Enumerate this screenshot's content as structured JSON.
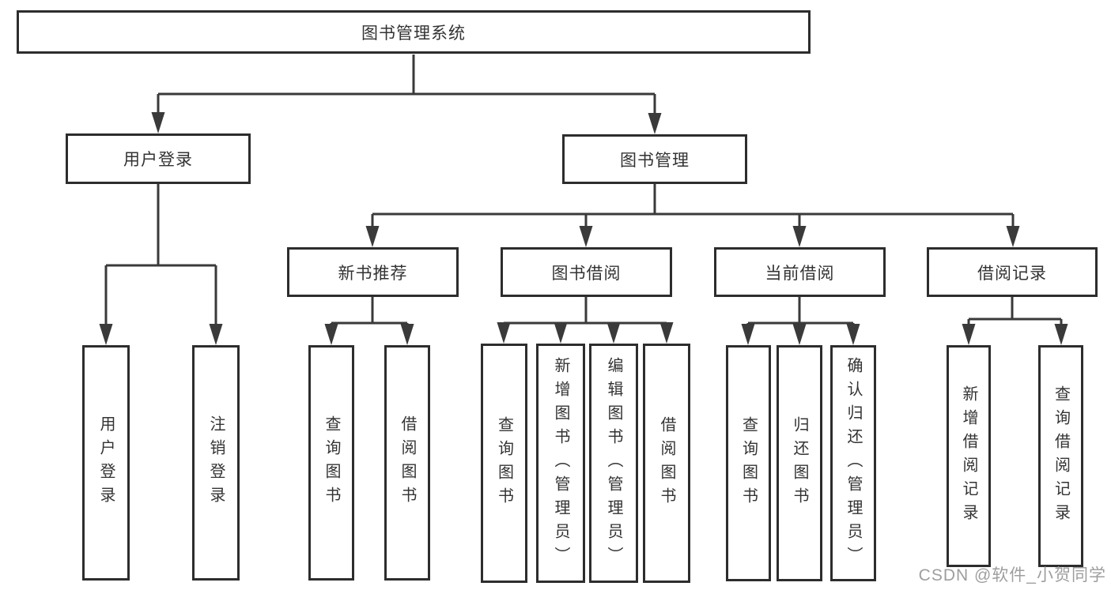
{
  "tree": {
    "root": "图书管理系统",
    "branches": [
      {
        "label": "用户登录",
        "children": [
          "用户登录",
          "注销登录"
        ]
      },
      {
        "label": "图书管理",
        "children": [
          {
            "label": "新书推荐",
            "children": [
              "查询图书",
              "借阅图书"
            ]
          },
          {
            "label": "图书借阅",
            "children": [
              "查询图书",
              "新增图书（管理员）",
              "编辑图书（管理员）",
              "借阅图书"
            ]
          },
          {
            "label": "当前借阅",
            "children": [
              "查询图书",
              "归还图书",
              "确认归还（管理员）"
            ]
          },
          {
            "label": "借阅记录",
            "children": [
              "新增借阅记录",
              "查询借阅记录"
            ]
          }
        ]
      }
    ]
  },
  "watermark": {
    "text": "CSDN @软件_小贺同学"
  },
  "colors": {
    "line": "#3a3a3a",
    "box_border": "#2d2d2d",
    "text": "#333333",
    "watermark": "#9e9e9e",
    "background": "#ffffff"
  }
}
